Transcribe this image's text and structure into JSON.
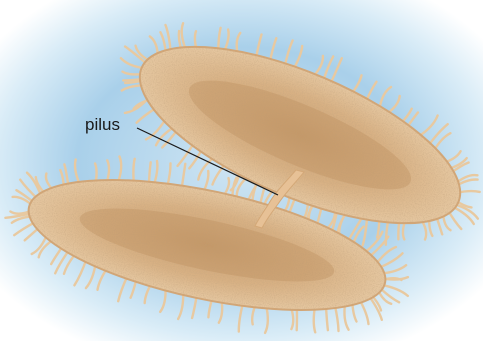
{
  "diagram": {
    "labels": {
      "pilus": "pilus"
    },
    "colors": {
      "background_center": "#c9e2f2",
      "background_edge": "#ffffff",
      "background_mid": "#9fcbe8",
      "cell_fill": "#d8b184",
      "cell_fill_light": "#e6c9a3",
      "cell_edge": "#c99a68",
      "cell_speckle": "#a8794f",
      "hair": "#e8c9a0",
      "pilus": "#e7c196",
      "label_line": "#1a1a1a"
    },
    "cells": [
      {
        "id": "upper-cell"
      },
      {
        "id": "lower-cell"
      }
    ]
  }
}
